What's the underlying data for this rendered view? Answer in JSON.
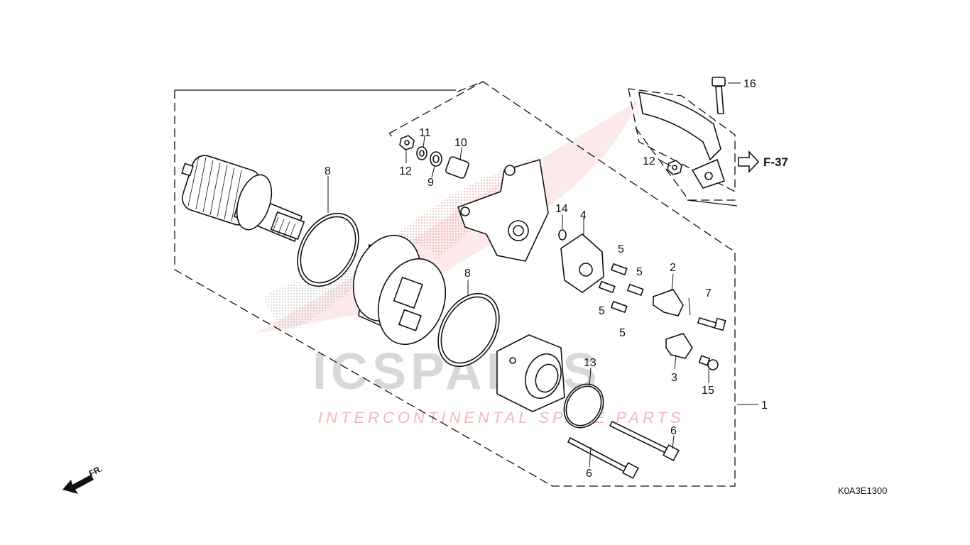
{
  "diagram_code": "K0A3E1300",
  "reference": {
    "label": "F-37"
  },
  "direction": {
    "label": "FR."
  },
  "watermark": {
    "brand": "ICSPARTS",
    "tagline": "INTERCONTINENTAL SPARE PARTS"
  },
  "callouts": [
    {
      "id": "c1",
      "text": "1"
    },
    {
      "id": "c2",
      "text": "2"
    },
    {
      "id": "c3",
      "text": "3"
    },
    {
      "id": "c4",
      "text": "4"
    },
    {
      "id": "c5a",
      "text": "5"
    },
    {
      "id": "c5b",
      "text": "5"
    },
    {
      "id": "c5c",
      "text": "5"
    },
    {
      "id": "c5d",
      "text": "5"
    },
    {
      "id": "c6a",
      "text": "6"
    },
    {
      "id": "c6b",
      "text": "6"
    },
    {
      "id": "c7",
      "text": "7"
    },
    {
      "id": "c8a",
      "text": "8"
    },
    {
      "id": "c8b",
      "text": "8"
    },
    {
      "id": "c9",
      "text": "9"
    },
    {
      "id": "c10",
      "text": "10"
    },
    {
      "id": "c11",
      "text": "11"
    },
    {
      "id": "c12a",
      "text": "12"
    },
    {
      "id": "c12b",
      "text": "12"
    },
    {
      "id": "c13",
      "text": "13"
    },
    {
      "id": "c14",
      "text": "14"
    },
    {
      "id": "c15",
      "text": "15"
    },
    {
      "id": "c16",
      "text": "16"
    }
  ]
}
